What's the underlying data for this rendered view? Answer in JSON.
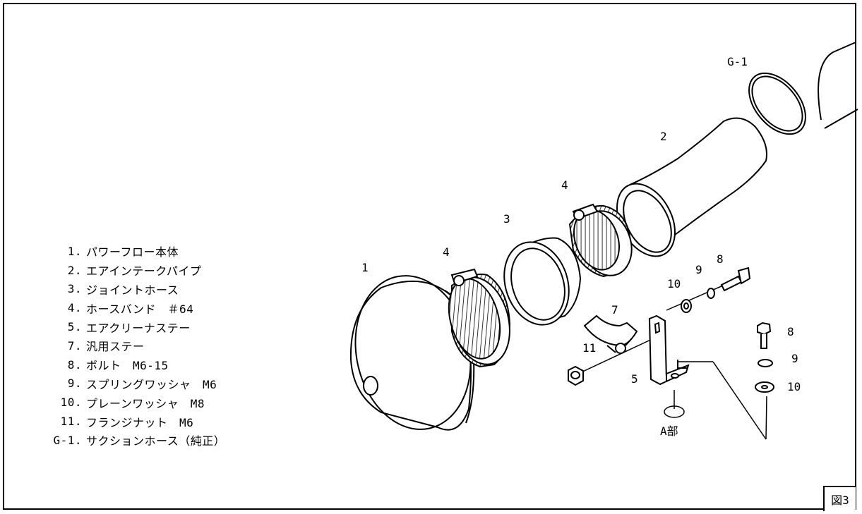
{
  "parts_list": [
    {
      "num": "1.",
      "name": "パワーフロー本体"
    },
    {
      "num": "2.",
      "name": "エアインテークパイプ"
    },
    {
      "num": "3.",
      "name": "ジョイントホース"
    },
    {
      "num": "4.",
      "name": "ホースバンド　＃64"
    },
    {
      "num": "5.",
      "name": "エアクリーナステー"
    },
    {
      "num": "7.",
      "name": "汎用ステー"
    },
    {
      "num": "8.",
      "name": "ボルト　M6-15"
    },
    {
      "num": "9.",
      "name": "スプリングワッシャ　M6"
    },
    {
      "num": "10.",
      "name": "プレーンワッシャ　M8"
    },
    {
      "num": "11.",
      "name": "フランジナット　M6"
    },
    {
      "num": "G-1.",
      "name": "サクションホース（純正）"
    }
  ],
  "callouts": {
    "g1": "G-1",
    "p1": "1",
    "p2": "2",
    "p3": "3",
    "p4a": "4",
    "p4b": "4",
    "p5": "5",
    "p7": "7",
    "p8a": "8",
    "p8b": "8",
    "p9a": "9",
    "p9b": "9",
    "p10a": "10",
    "p10b": "10",
    "p11": "11",
    "detail_a": "A部"
  },
  "figure_label": "図3"
}
